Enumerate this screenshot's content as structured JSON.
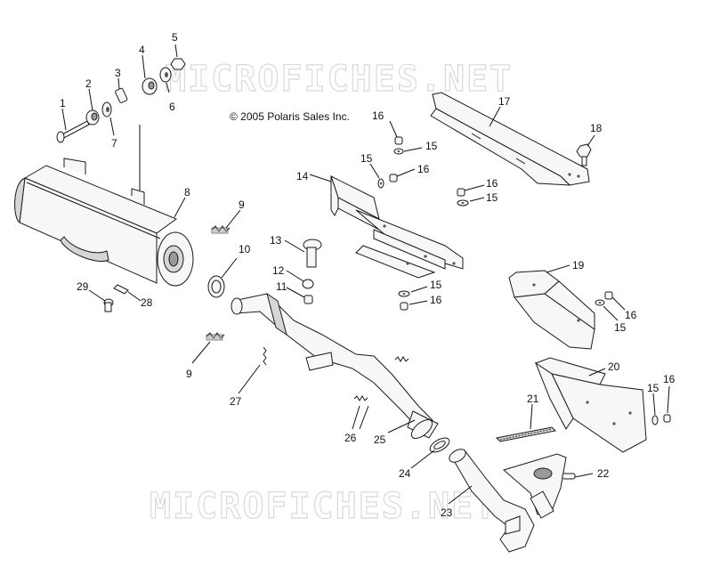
{
  "copyright": "© 2005 Polaris Sales Inc.",
  "watermark": "MICROFICHES.NET",
  "callouts": {
    "c1": "1",
    "c2": "2",
    "c3": "3",
    "c4": "4",
    "c5": "5",
    "c6": "6",
    "c7": "7",
    "c8": "8",
    "c9a": "9",
    "c9b": "9",
    "c10": "10",
    "c11": "11",
    "c12": "12",
    "c13": "13",
    "c14": "14",
    "c15a": "15",
    "c15b": "15",
    "c15c": "15",
    "c15d": "15",
    "c15e": "15",
    "c15f": "15",
    "c16a": "16",
    "c16b": "16",
    "c16c": "16",
    "c16d": "16",
    "c16e": "16",
    "c16f": "16",
    "c17": "17",
    "c18": "18",
    "c19": "19",
    "c20": "20",
    "c21": "21",
    "c22": "22",
    "c23": "23",
    "c24": "24",
    "c25": "25",
    "c26": "26",
    "c27": "27",
    "c28": "28",
    "c29": "29"
  }
}
